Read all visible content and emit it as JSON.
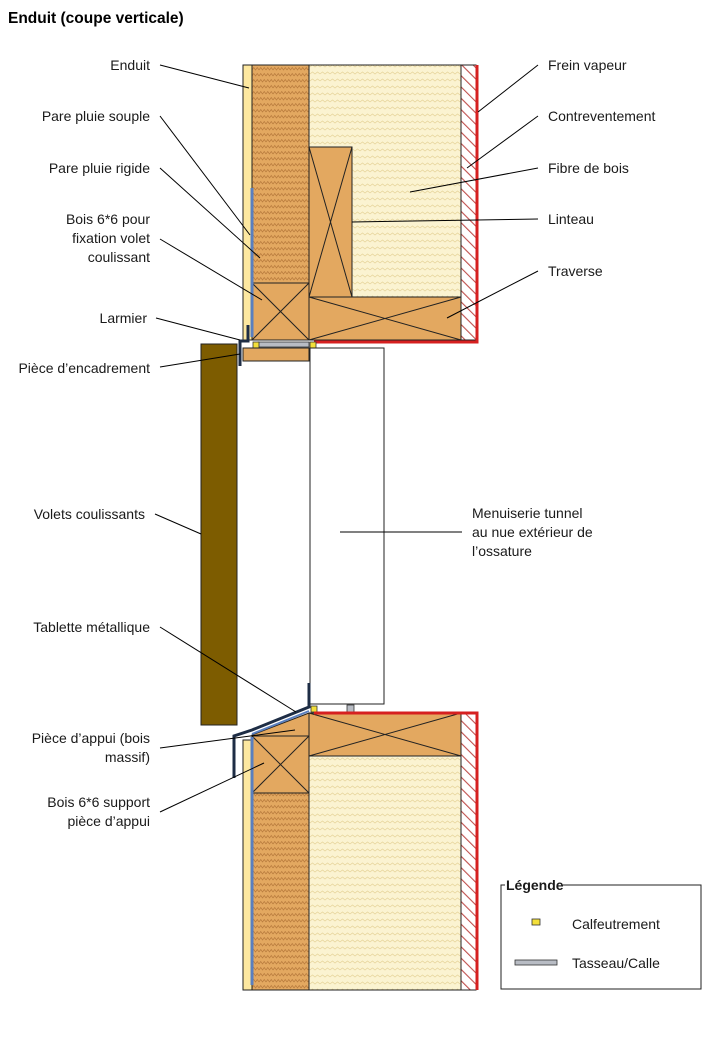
{
  "title": "Enduit (coupe verticale)",
  "labels_left": {
    "enduit": "Enduit",
    "pare_pluie_souple": "Pare pluie souple",
    "pare_pluie_rigide": "Pare pluie rigide",
    "bois_fixation_l1": "Bois 6*6  pour",
    "bois_fixation_l2": "fixation volet",
    "bois_fixation_l3": "coulissant",
    "larmier": "Larmier",
    "piece_encadrement": "Pièce d’encadrement",
    "volets": "Volets coulissants",
    "tablette": "Tablette métallique",
    "piece_appui_l1": "Pièce d’appui (bois",
    "piece_appui_l2": "massif)",
    "bois_support_l1": "Bois 6*6 support",
    "bois_support_l2": "pièce d’appui"
  },
  "labels_right": {
    "frein_vapeur": "Frein vapeur",
    "contreventement": "Contreventement",
    "fibre_bois": "Fibre de bois",
    "linteau": "Linteau",
    "traverse": "Traverse",
    "menuiserie_l1": "Menuiserie tunnel",
    "menuiserie_l2": "au nue extérieur de",
    "menuiserie_l3": "l’ossature"
  },
  "legend": {
    "title": "Légende",
    "calfeutrement": "Calfeutrement",
    "tasseau": "Tasseau/Calle"
  },
  "colors": {
    "enduit": "#fde8a0",
    "fibre_bois": "#fbf3d1",
    "bois": "#e3a860",
    "frein_vapeur": "#d62020",
    "pare_pluie_rigide": "#5a7fbf",
    "volet": "#7d5c00",
    "tablette": "#1e2d45",
    "calfeutrement": "#f3df3a",
    "tasseau": "#b8bcc4",
    "contreventement_hatch": "#c0504d"
  }
}
